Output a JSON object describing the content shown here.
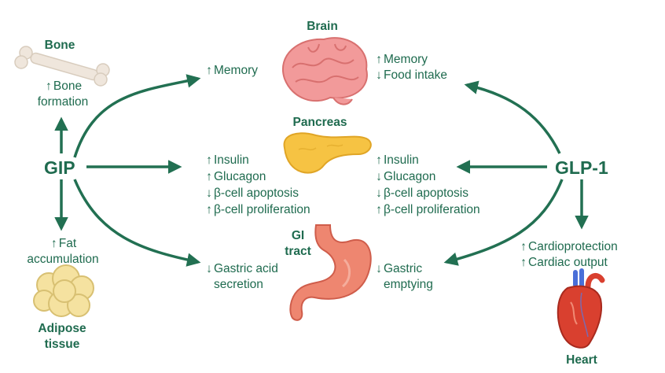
{
  "colors": {
    "text": "#1f6b4f",
    "arrow": "#227052",
    "brain": "#f29a9a",
    "pancreas": "#f6c343",
    "stomach": "#ee8670",
    "fat": "#f5e2a0",
    "heart": "#d9402f",
    "bone": "#efe6dc"
  },
  "hubs": {
    "left": "GIP",
    "right": "GLP-1"
  },
  "organs": {
    "brain": "Brain",
    "pancreas": "Pancreas",
    "gi_tract": [
      "GI",
      "tract"
    ],
    "bone": "Bone",
    "adipose": [
      "Adipose",
      "tissue"
    ],
    "heart": "Heart"
  },
  "effects": {
    "bone_formation": {
      "dir": "up",
      "lines": [
        "Bone",
        "formation"
      ]
    },
    "fat_accumulation": {
      "dir": "up",
      "lines": [
        "Fat",
        "accumulation"
      ]
    },
    "gip_brain": [
      {
        "dir": "up",
        "text": "Memory"
      }
    ],
    "glp1_brain": [
      {
        "dir": "up",
        "text": "Memory"
      },
      {
        "dir": "down",
        "text": "Food intake"
      }
    ],
    "gip_pancreas": [
      {
        "dir": "up",
        "text": "Insulin"
      },
      {
        "dir": "up",
        "text": "Glucagon"
      },
      {
        "dir": "down",
        "text": "β-cell apoptosis"
      },
      {
        "dir": "up",
        "text": "β-cell proliferation"
      }
    ],
    "glp1_pancreas": [
      {
        "dir": "up",
        "text": "Insulin"
      },
      {
        "dir": "down",
        "text": "Glucagon"
      },
      {
        "dir": "down",
        "text": "β-cell apoptosis"
      },
      {
        "dir": "up",
        "text": "β-cell proliferation"
      }
    ],
    "gip_gi": {
      "dir": "down",
      "lines": [
        "Gastric acid",
        "secretion"
      ]
    },
    "glp1_gi": {
      "dir": "down",
      "lines": [
        "Gastric",
        "emptying"
      ]
    },
    "glp1_heart": [
      {
        "dir": "up",
        "text": "Cardioprotection"
      },
      {
        "dir": "up",
        "text": "Cardiac output"
      }
    ]
  },
  "icons": {
    "up": "up-arrow-icon",
    "down": "down-arrow-icon",
    "bone": "bone-icon",
    "brain": "brain-icon",
    "pancreas": "pancreas-icon",
    "stomach": "stomach-icon",
    "fat": "fat-cell-icon",
    "heart": "heart-icon"
  }
}
